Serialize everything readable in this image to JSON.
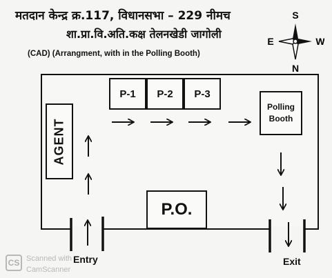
{
  "header": {
    "line1": "मतदान केन्द्र क्र.117, विधानसभा – 229 नीमच",
    "line2": "शा.प्रा.वि.अति.कक्ष तेलनखेडी जागोली",
    "subtitle": "(CAD) (Arrangment, with in the Polling Booth)"
  },
  "compass": {
    "north": "N",
    "south": "S",
    "east": "E",
    "west": "W"
  },
  "layout": {
    "p_boxes": [
      "P-1",
      "P-2",
      "P-3"
    ],
    "agent": "AGENT",
    "booth": [
      "Polling",
      "Booth"
    ],
    "officer": "P.O.",
    "entry": "Entry",
    "exit": "Exit"
  },
  "watermark": {
    "badge": "CS",
    "line1": "Scanned with",
    "line2": "CamScanner"
  }
}
